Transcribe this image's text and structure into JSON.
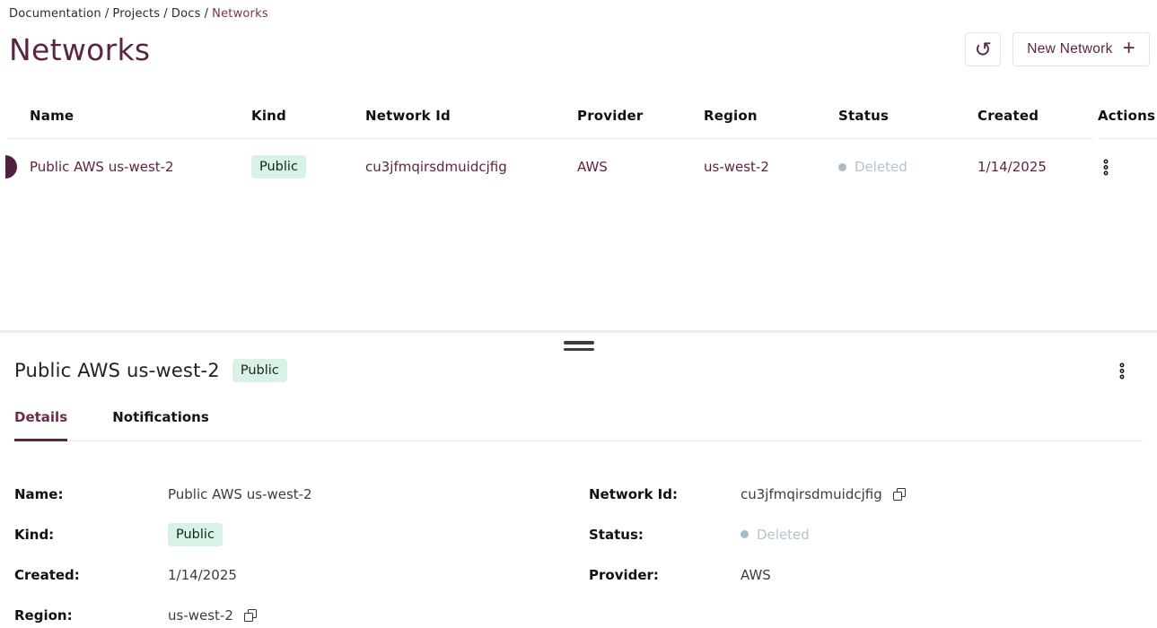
{
  "breadcrumb": {
    "items": [
      "Documentation",
      "Projects",
      "Docs"
    ],
    "current": "Networks",
    "separator": "/"
  },
  "header": {
    "title": "Networks",
    "refresh_icon": "↺",
    "new_network": {
      "label": "New Network",
      "plus_icon": "+"
    }
  },
  "table": {
    "columns": [
      "Name",
      "Kind",
      "Network Id",
      "Provider",
      "Region",
      "Status",
      "Created",
      "Actions"
    ],
    "rows": [
      {
        "name": "Public AWS us-west-2",
        "kind": "Public",
        "network_id": "cu3jfmqirsdmuidcjfig",
        "provider": "AWS",
        "region": "us-west-2",
        "status": "Deleted",
        "created": "1/14/2025",
        "selected": true
      }
    ]
  },
  "panel": {
    "title": "Public AWS us-west-2",
    "badge": "Public",
    "tabs": [
      "Details",
      "Notifications"
    ],
    "active_tab": "Details",
    "details": {
      "name": {
        "label": "Name:",
        "value": "Public AWS us-west-2"
      },
      "kind": {
        "label": "Kind:",
        "value": "Public"
      },
      "created": {
        "label": "Created:",
        "value": "1/14/2025"
      },
      "region": {
        "label": "Region:",
        "value": "us-west-2"
      },
      "network_id": {
        "label": "Network Id:",
        "value": "cu3jfmqirsdmuidcjfig"
      },
      "status": {
        "label": "Status:",
        "value": "Deleted"
      },
      "provider": {
        "label": "Provider:",
        "value": "AWS"
      }
    }
  },
  "icons": {
    "refresh": "↺",
    "plus": "+",
    "kebab": "vertical three-dot menu",
    "copy": "overlapping squares",
    "drag_handle": "two horizontal bars",
    "status_dot": "filled circle"
  },
  "colors": {
    "accent_plum": "#5c2444",
    "breadcrumb_current": "#7b3256",
    "badge_bg": "#d9f2e6",
    "status_muted": "#b4c3cd",
    "divider": "#e9eef1",
    "table_border": "#e4eaee"
  }
}
